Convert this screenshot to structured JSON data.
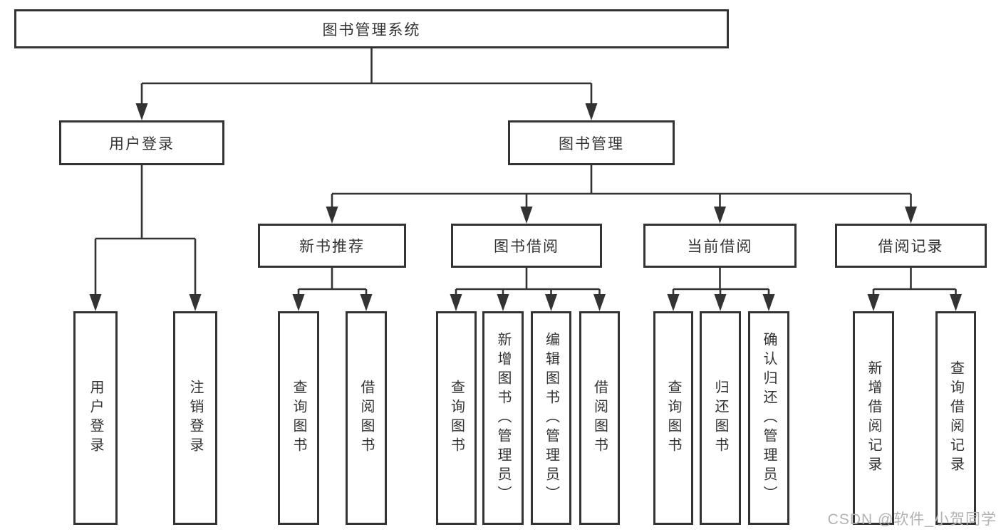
{
  "diagram": {
    "type": "hierarchy-tree",
    "line_color": "#333333",
    "box_background": "#ffffff",
    "root": {
      "label": "图书管理系统",
      "children": [
        {
          "label": "用户登录",
          "children": [
            {
              "label": "用户登录"
            },
            {
              "label": "注销登录"
            }
          ]
        },
        {
          "label": "图书管理",
          "children": [
            {
              "label": "新书推荐",
              "children": [
                {
                  "label": "查询图书"
                },
                {
                  "label": "借阅图书"
                }
              ]
            },
            {
              "label": "图书借阅",
              "children": [
                {
                  "label": "查询图书"
                },
                {
                  "label": "新增图书（管理员）"
                },
                {
                  "label": "编辑图书（管理员）"
                },
                {
                  "label": "借阅图书"
                }
              ]
            },
            {
              "label": "当前借阅",
              "children": [
                {
                  "label": "查询图书"
                },
                {
                  "label": "归还图书"
                },
                {
                  "label": "确认归还（管理员）"
                }
              ]
            },
            {
              "label": "借阅记录",
              "children": [
                {
                  "label": "新增借阅记录"
                },
                {
                  "label": "查询借阅记录"
                }
              ]
            }
          ]
        }
      ]
    }
  },
  "watermark": {
    "text": "CSDN @软件_小贺同学",
    "color": "#b2b2b2"
  }
}
